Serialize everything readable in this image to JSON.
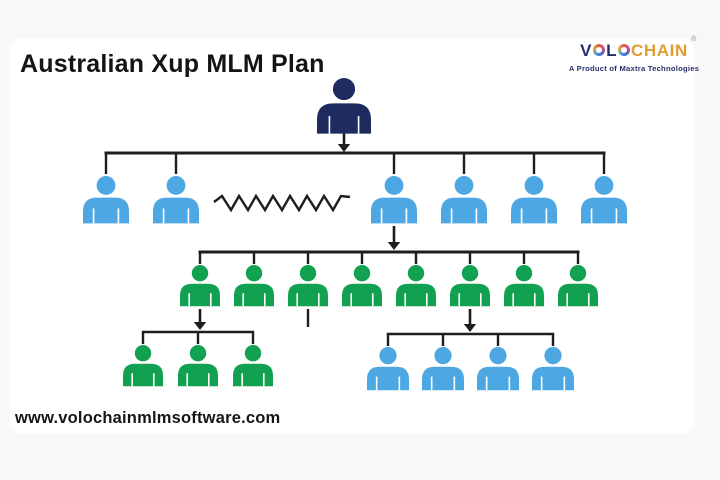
{
  "page": {
    "title_text": "Australian Xup MLM Plan",
    "website": "www.volochainmlmsoftware.com"
  },
  "logo": {
    "brand_parts": [
      {
        "text": "V",
        "style": "navy"
      },
      {
        "text": "O",
        "style": "ring"
      },
      {
        "text": "L",
        "style": "navy"
      },
      {
        "text": "O",
        "style": "ring"
      },
      {
        "text": "CHAIN",
        "style": "gold"
      }
    ],
    "registered_mark": "®",
    "tagline": "A Product of Maxtra Technologies"
  },
  "colors": {
    "navy": "#1f2b5e",
    "blue": "#4da7e2",
    "green": "#12a150",
    "connector": "#1e1e1e",
    "brand_navy": "#27306b",
    "brand_gold": "#dd9f33",
    "title": "#141414"
  },
  "org_chart": {
    "description": "Australian Xup MLM plan hierarchy tree",
    "root": {
      "role": "sponsor",
      "color_key": "navy",
      "count": 1
    },
    "levels": [
      {
        "name": "frontline",
        "color_key": "blue",
        "count": 6,
        "gap_zigzag": true
      },
      {
        "name": "second-level",
        "color_key": "green",
        "count": 8
      },
      {
        "name": "third-level-left-group",
        "color_key": "green",
        "count": 3
      },
      {
        "name": "third-level-right-group",
        "color_key": "blue",
        "count": 4
      }
    ]
  }
}
